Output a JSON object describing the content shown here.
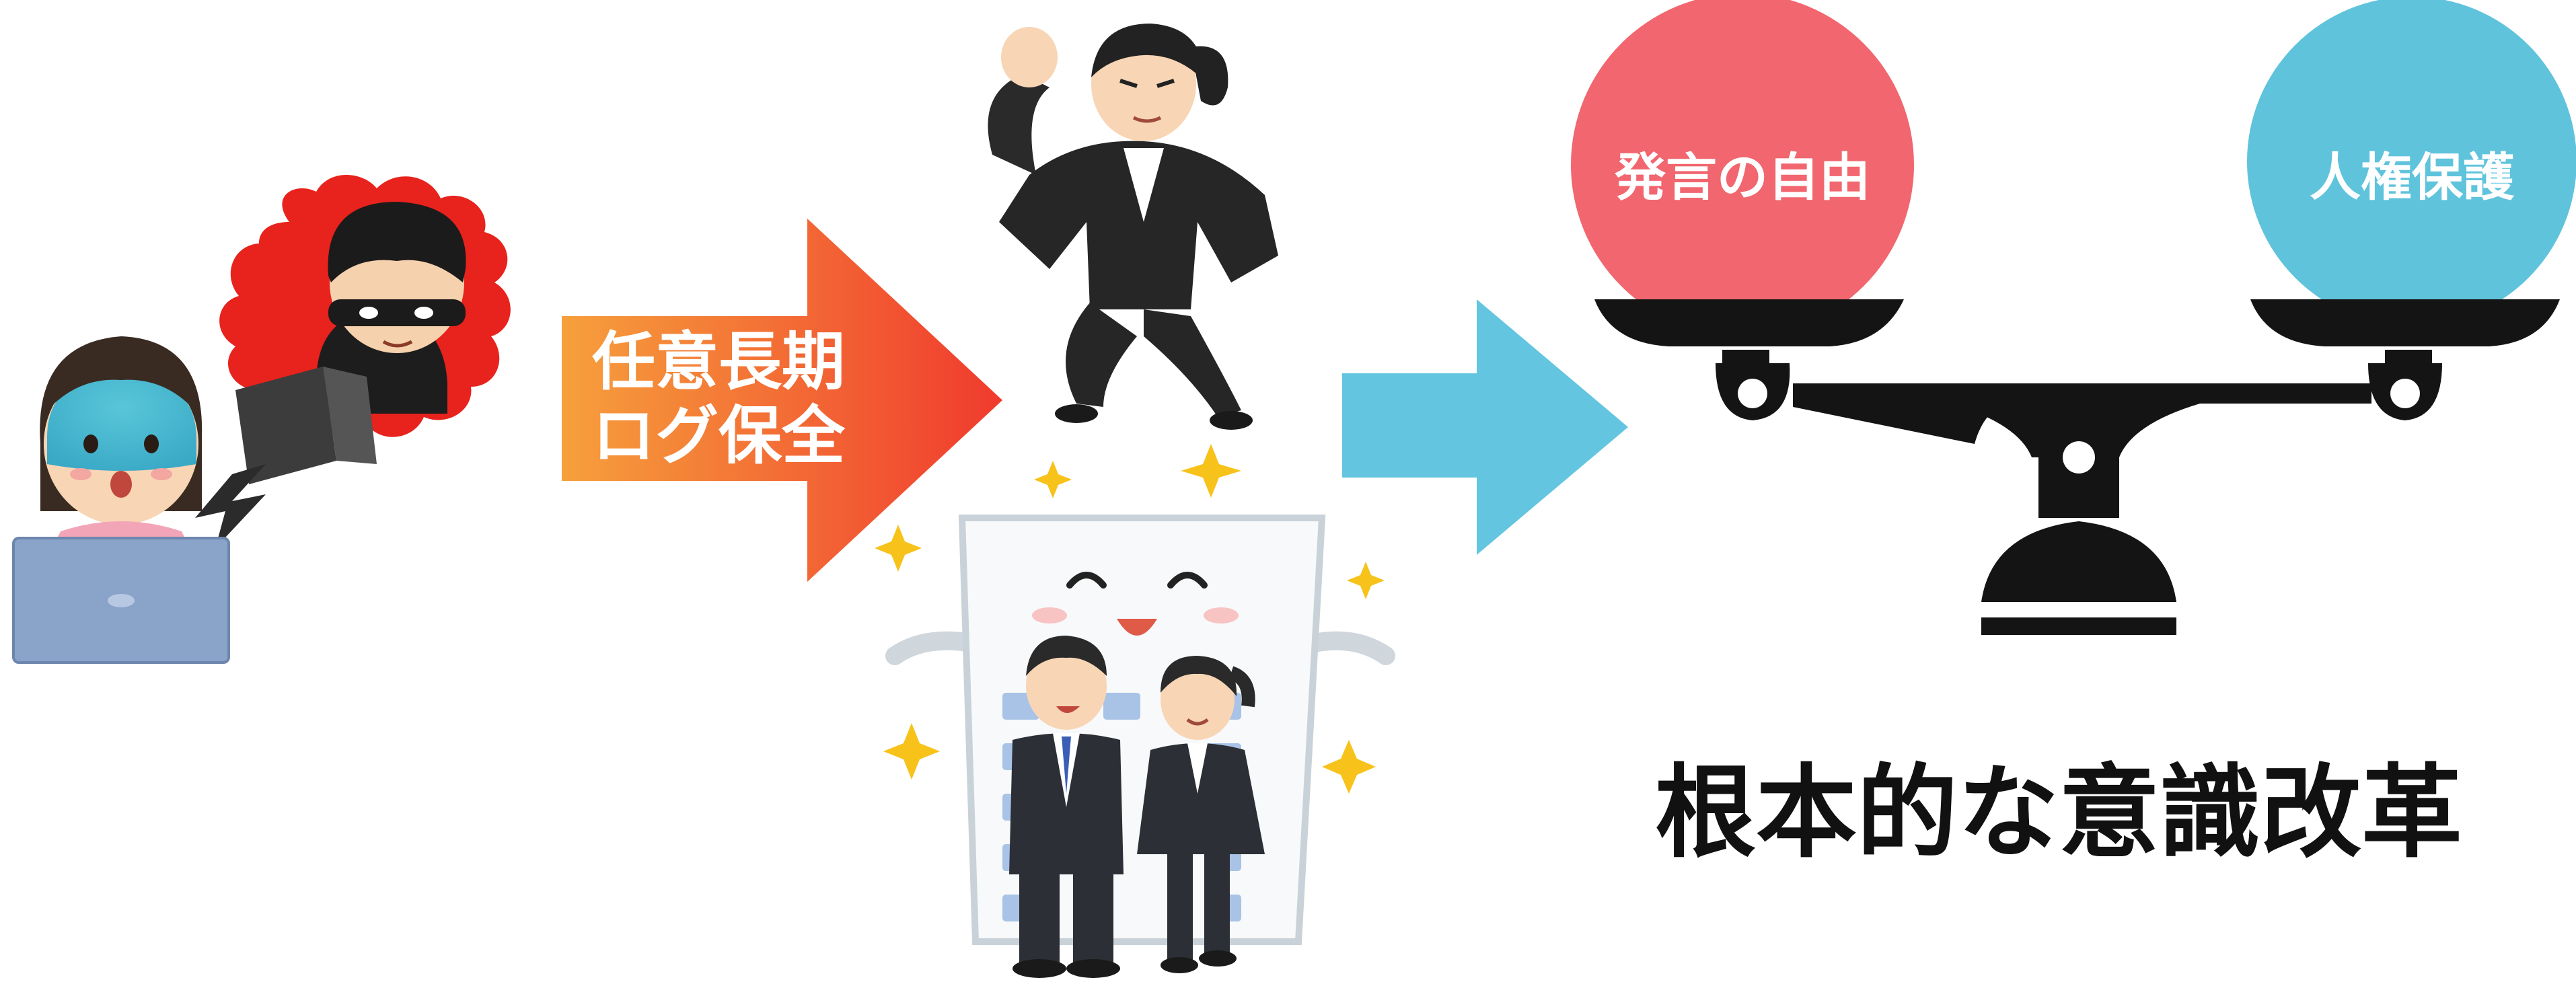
{
  "arrow_label": {
    "line1": "任意長期",
    "line2": "ログ保全"
  },
  "balance": {
    "left_ball": {
      "label": "発言の自由",
      "color": "#f1666f"
    },
    "right_ball": {
      "label": "人権保護",
      "color": "#5fc3dc"
    }
  },
  "conclusion": "根本的な意識改革",
  "colors": {
    "orange_arrow_start": "#f6a03c",
    "orange_arrow_end": "#f03a2e",
    "blue_arrow": "#63c5df",
    "scale": "#141414",
    "danger_cloud": "#e8221c",
    "spark": "#f7c21a"
  },
  "icons": {
    "victim": "worried-user-at-laptop-icon",
    "hacker": "masked-hacker-icon",
    "lightning": "lightning-bolt-icon",
    "businesswoman": "strong-businesswoman-icon",
    "company": "happy-company-building-icon",
    "scale": "balance-scale-icon"
  }
}
